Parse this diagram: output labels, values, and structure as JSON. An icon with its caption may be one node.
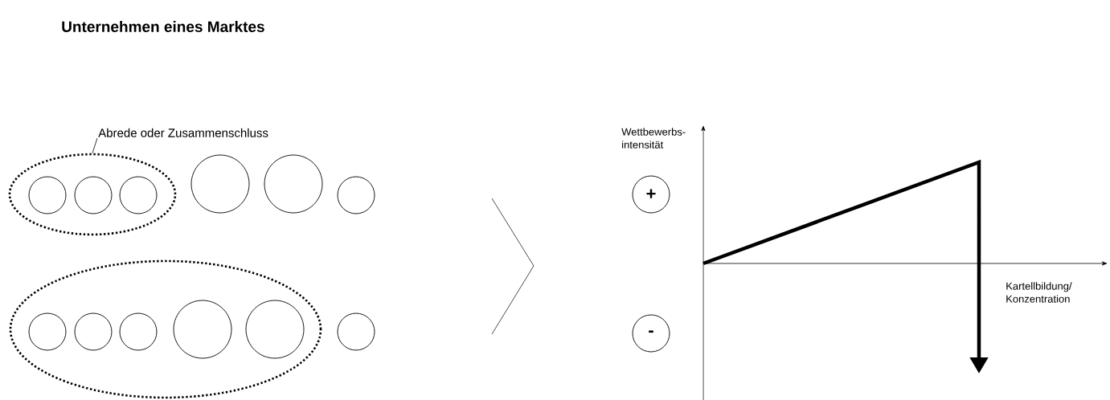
{
  "diagram": {
    "title": "Unternehmen eines Marktes",
    "nodes": [
      {
        "text": [
          "Abrede oder Zusammenschluss"
        ]
      },
      {
        "text": [],
        "shape": "ellipse"
      },
      {
        "text": [],
        "shape": "circle",
        "in": 1
      },
      {
        "text": [],
        "shape": "circle",
        "in": 1
      },
      {
        "text": [],
        "shape": "circle",
        "in": 1
      },
      {
        "text": [],
        "shape": "circle"
      },
      {
        "text": [],
        "shape": "circle"
      },
      {
        "text": [],
        "shape": "circle"
      },
      {
        "text": [],
        "shape": "ellipse"
      },
      {
        "text": [],
        "shape": "circle",
        "in": 8
      },
      {
        "text": [],
        "shape": "circle",
        "in": 8
      },
      {
        "text": [],
        "shape": "circle",
        "in": 8
      },
      {
        "text": [],
        "shape": "circle",
        "in": 8
      },
      {
        "text": [],
        "shape": "circle",
        "in": 8
      },
      {
        "text": [],
        "shape": "circle"
      },
      {
        "text": [
          "+"
        ]
      },
      {
        "text": [
          "-"
        ]
      }
    ],
    "edges": [
      {
        "from": 0,
        "to": 1,
        "arrow": "none"
      }
    ],
    "labels": [
      "Wettbewerbs- intensität",
      "Kartellbildung/ Konzentration"
    ]
  }
}
